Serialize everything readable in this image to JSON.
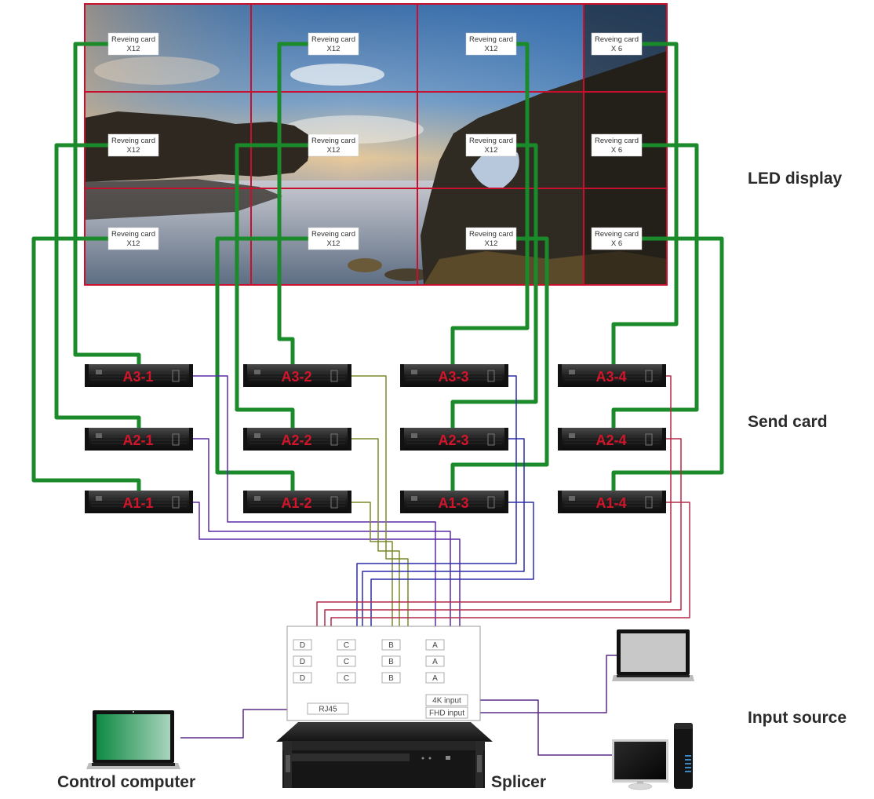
{
  "sections": {
    "led_display": "LED display",
    "send_card": "Send card",
    "input_source": "Input source",
    "splicer": "Splicer",
    "control_computer": "Control computer"
  },
  "colors": {
    "grid_line": "#c8102e",
    "network_cable": "#1a8a2a",
    "port_d_wire": "#b22a4a",
    "port_c_wire": "#2c2ca8",
    "port_b_wire": "#7a8a2a",
    "port_a_wire": "#5a2aa8",
    "card_label": "#d3152b",
    "input_wire": "#5a2a88"
  },
  "led_display": {
    "columns": 4,
    "rows": 3,
    "receiving_cards": [
      {
        "title": "Reveing card",
        "count": "X12"
      },
      {
        "title": "Reveing card",
        "count": "X12"
      },
      {
        "title": "Reveing card",
        "count": "X12"
      },
      {
        "title": "Reveing card",
        "count": "X 6"
      },
      {
        "title": "Reveing card",
        "count": "X12"
      },
      {
        "title": "Reveing card",
        "count": "X12"
      },
      {
        "title": "Reveing card",
        "count": "X12"
      },
      {
        "title": "Reveing card",
        "count": "X 6"
      },
      {
        "title": "Reveing card",
        "count": "X12"
      },
      {
        "title": "Reveing card",
        "count": "X12"
      },
      {
        "title": "Reveing card",
        "count": "X12"
      },
      {
        "title": "Reveing card",
        "count": "X 6"
      }
    ]
  },
  "send_cards": [
    {
      "label": "A3-1"
    },
    {
      "label": "A3-2"
    },
    {
      "label": "A3-3"
    },
    {
      "label": "A3-4"
    },
    {
      "label": "A2-1"
    },
    {
      "label": "A2-2"
    },
    {
      "label": "A2-3"
    },
    {
      "label": "A2-4"
    },
    {
      "label": "A1-1"
    },
    {
      "label": "A1-2"
    },
    {
      "label": "A1-3"
    },
    {
      "label": "A1-4"
    }
  ],
  "splicer_panel": {
    "ports": [
      {
        "label": "D"
      },
      {
        "label": "C"
      },
      {
        "label": "B"
      },
      {
        "label": "A"
      },
      {
        "label": "D"
      },
      {
        "label": "C"
      },
      {
        "label": "B"
      },
      {
        "label": "A"
      },
      {
        "label": "D"
      },
      {
        "label": "C"
      },
      {
        "label": "B"
      },
      {
        "label": "A"
      }
    ],
    "rj45": "RJ45",
    "input_4k": "4K input",
    "input_fhd": "FHD input"
  }
}
